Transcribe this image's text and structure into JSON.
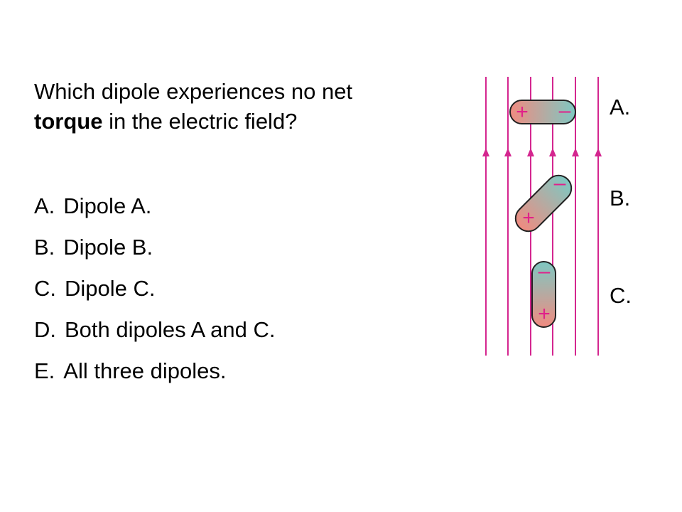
{
  "question": {
    "part1": "Which dipole experiences no net",
    "bold": "torque",
    "part2": "in the electric field?"
  },
  "options": [
    {
      "letter": "A.",
      "text": "Dipole A."
    },
    {
      "letter": "B.",
      "text": "Dipole B."
    },
    {
      "letter": "C.",
      "text": "Dipole C."
    },
    {
      "letter": "D.",
      "text": "Both dipoles A and C."
    },
    {
      "letter": "E.",
      "text": "All three dipoles."
    }
  ],
  "diagram": {
    "labels": [
      "A.",
      "B.",
      "C."
    ],
    "plus_symbol": "+",
    "minus_symbol": "–",
    "field_color": "#d4268f",
    "positive_color": "#f08b80",
    "negative_color": "#7ec8c2",
    "sign_color": "#e0218a"
  }
}
